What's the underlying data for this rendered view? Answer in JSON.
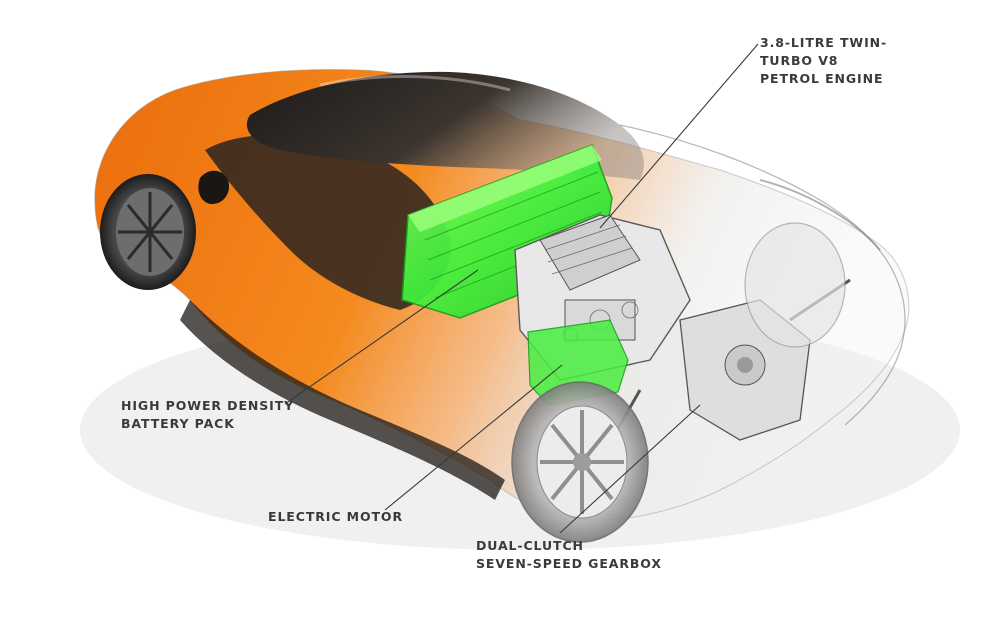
{
  "labels": {
    "engine": [
      "3.8-LITRE TWIN-",
      "TURBO V8",
      "PETROL ENGINE"
    ],
    "battery": [
      "HIGH POWER DENSITY",
      "BATTERY PACK"
    ],
    "motor": [
      "ELECTRIC MOTOR"
    ],
    "gearbox": [
      "DUAL-CLUTCH",
      "SEVEN-SPEED GEARBOX"
    ]
  },
  "colors": {
    "body_orange": "#f07a12",
    "body_dark_orange": "#c0500a",
    "battery_green": "#3df23a",
    "glass_dark": "#2a2522",
    "label_text": "#3a3a3a",
    "leader_line": "#3a3a3a"
  }
}
